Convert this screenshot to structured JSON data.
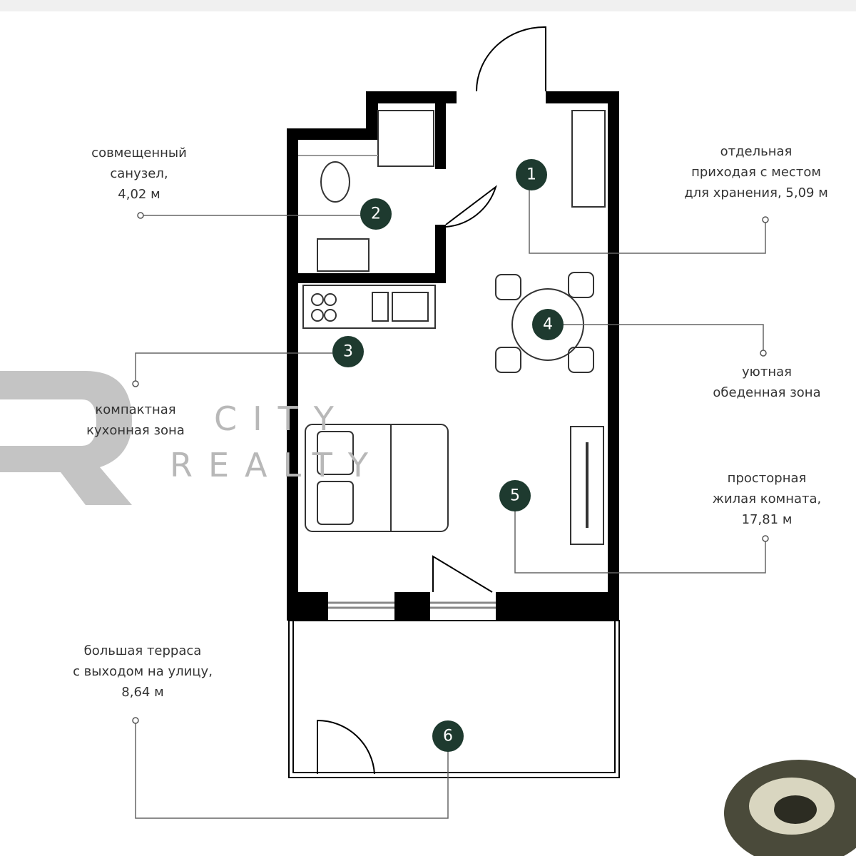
{
  "labels": {
    "bathroom": [
      "совмещенный",
      "санузел,",
      "4,02 м"
    ],
    "hallway": [
      "отдельная",
      "приходая с местом",
      "для хранения, 5,09 м"
    ],
    "kitchen": [
      "компактная",
      "кухонная зона"
    ],
    "dining": [
      "уютная",
      "обеденная зона"
    ],
    "living": [
      "просторная",
      "жилая комната,",
      "17,81 м"
    ],
    "terrace": [
      "большая терраса",
      "с выходом на улицу,",
      "8,64 м"
    ]
  },
  "markers": [
    "1",
    "2",
    "3",
    "4",
    "5",
    "6"
  ],
  "watermark": {
    "line1": "CITY",
    "line2": "REALTY"
  },
  "colors": {
    "marker": "#1e3a2f",
    "wall": "#000000",
    "leader": "#555555",
    "watermark": "#b8b8b8"
  }
}
